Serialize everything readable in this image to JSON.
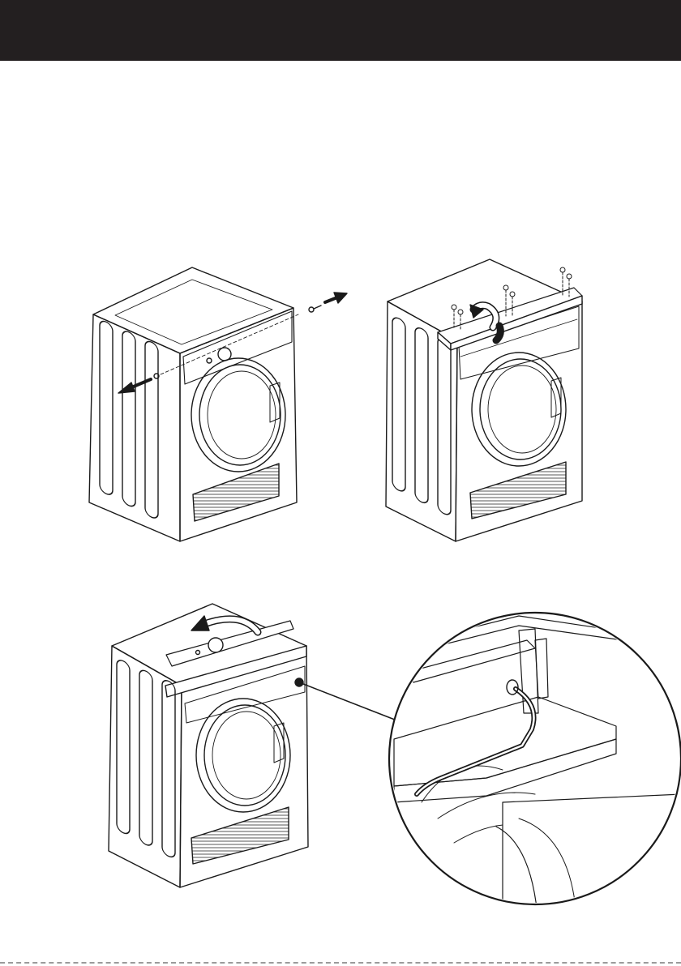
{
  "page": {
    "background_color": "#ffffff",
    "header_color": "#231f20",
    "line_color": "#1a1a1a"
  },
  "figures": [
    {
      "id": "step-1",
      "icons": [
        "dryer-icon",
        "screw-icon",
        "arrow-left-icon",
        "arrow-right-icon"
      ]
    },
    {
      "id": "step-2",
      "icons": [
        "dryer-icon",
        "screw-icon",
        "rotate-arrow-icon"
      ]
    },
    {
      "id": "step-3",
      "icons": [
        "dryer-icon",
        "rotate-arrow-icon",
        "magnifier-detail-icon",
        "cable-icon"
      ]
    }
  ]
}
